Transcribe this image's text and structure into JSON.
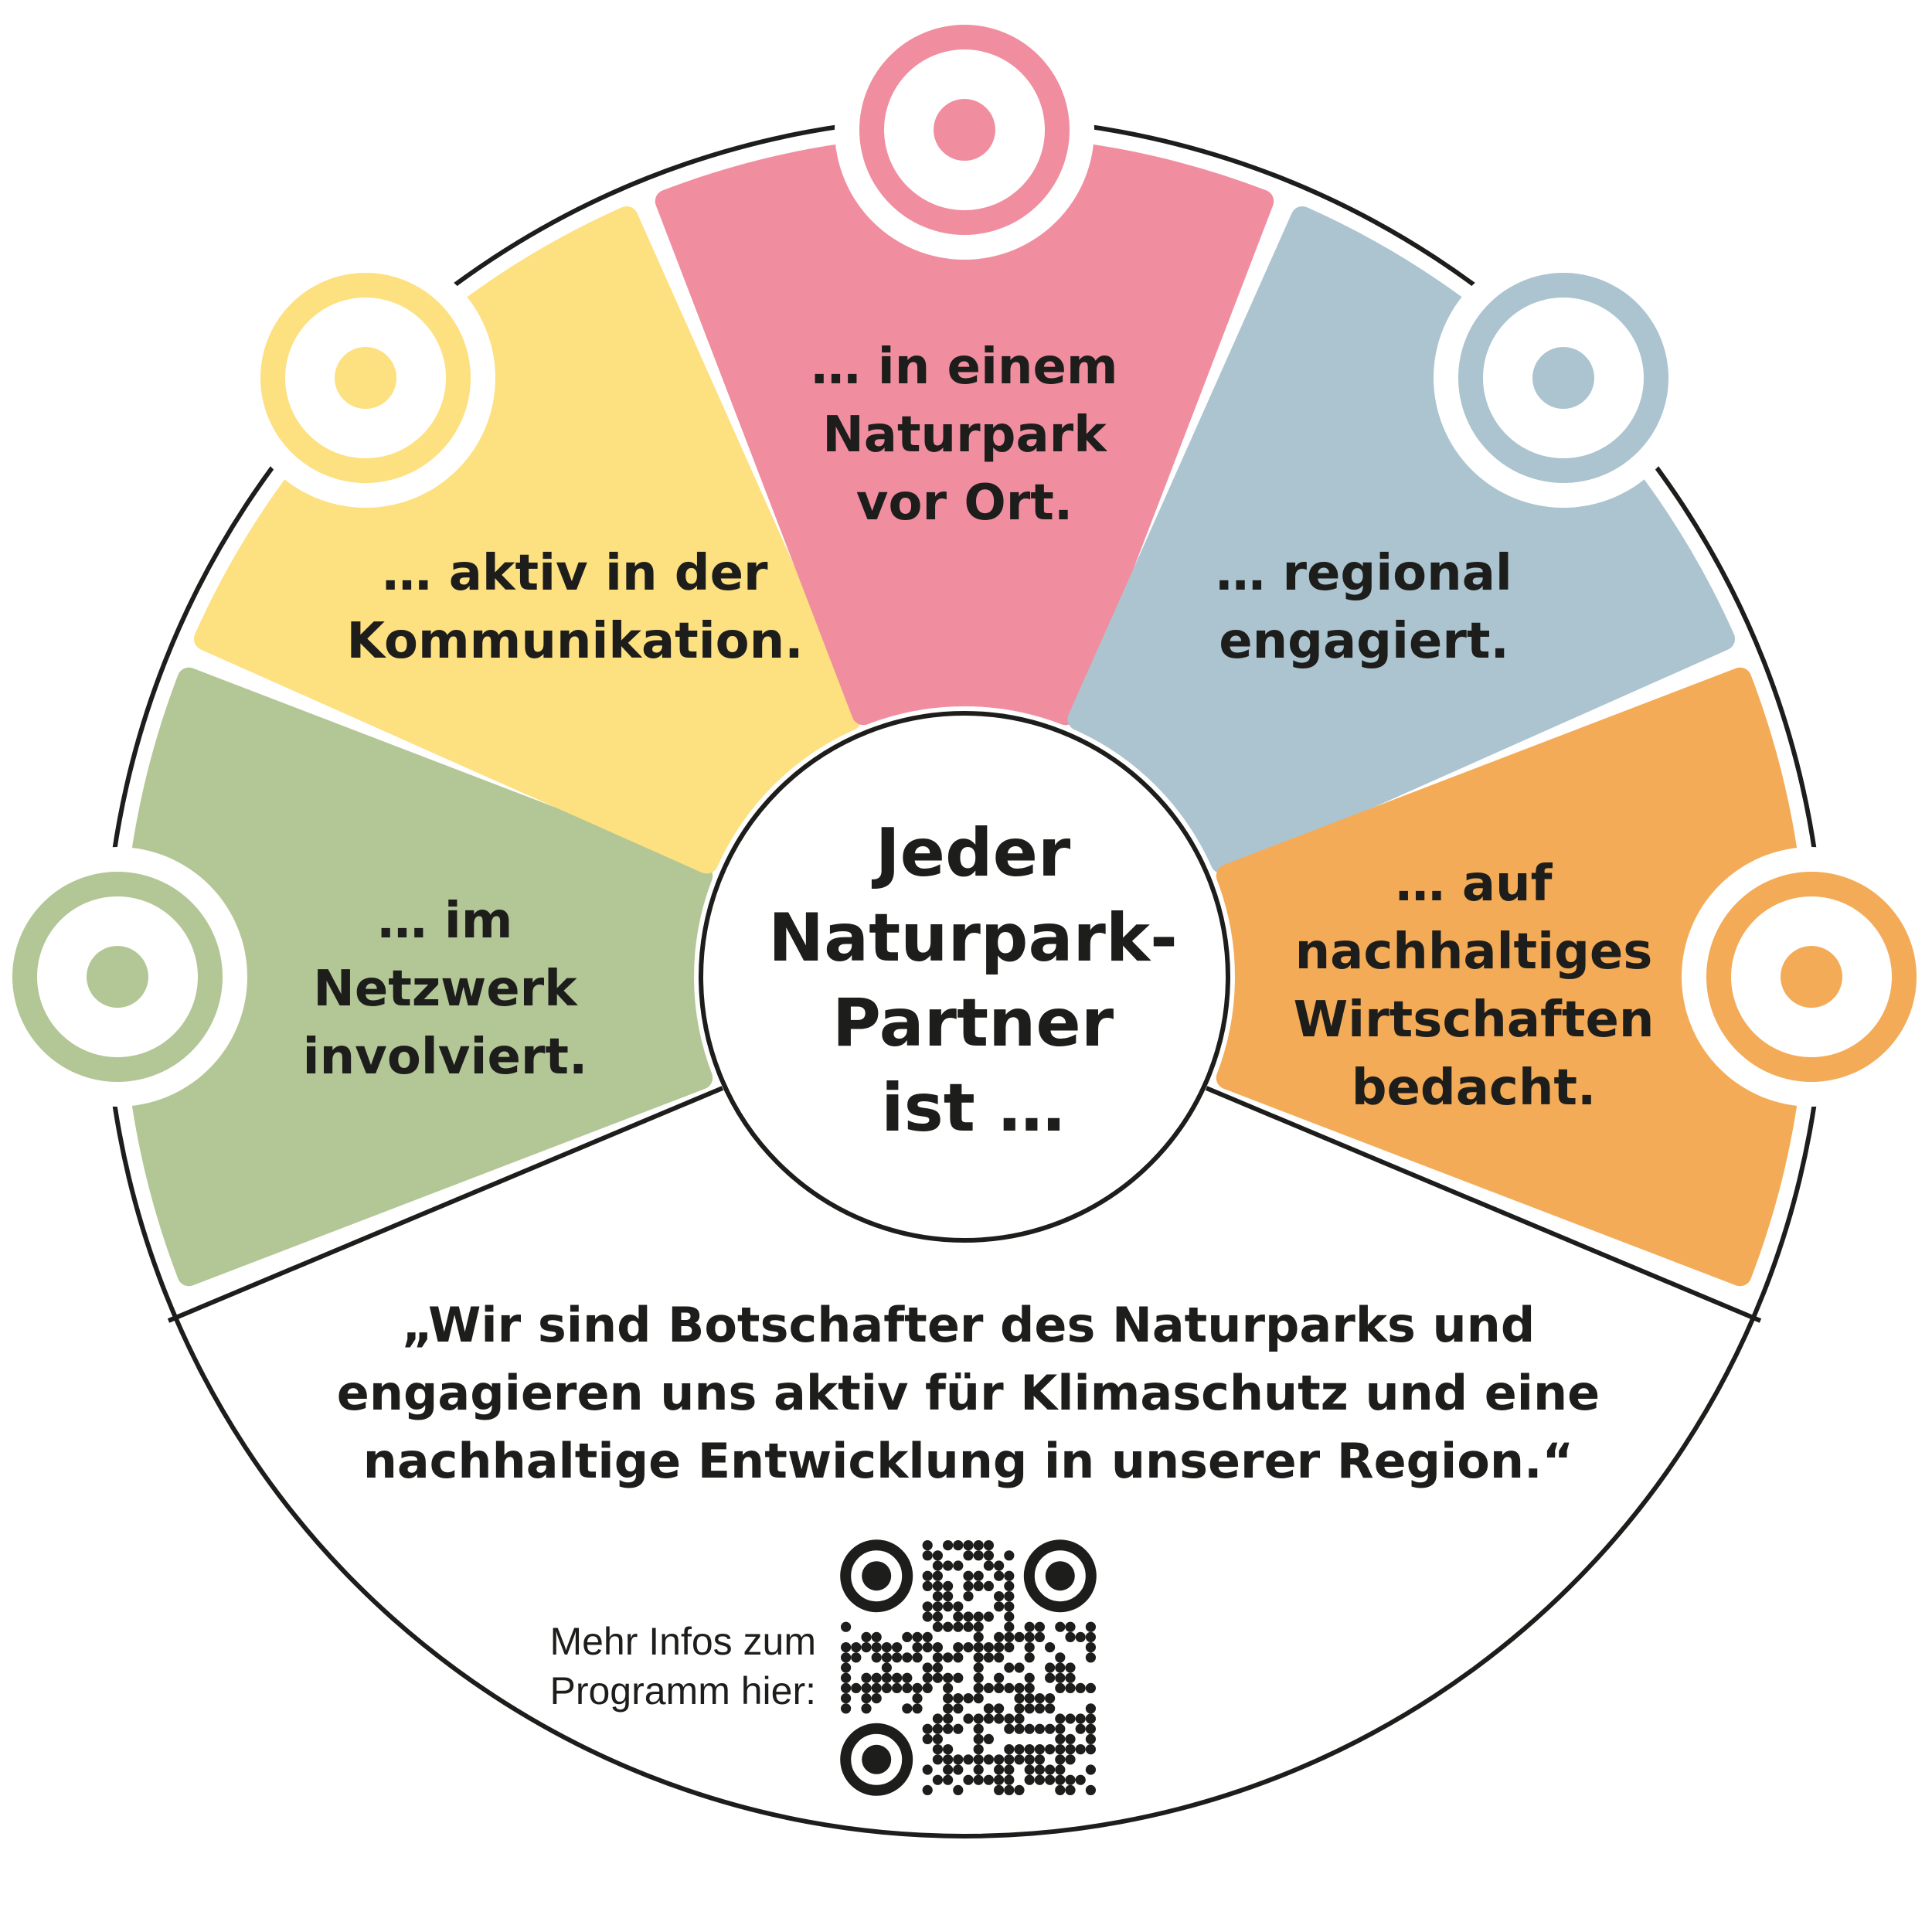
{
  "colors": {
    "pink": "#f08ea0",
    "yellow": "#fde07f",
    "blue": "#abc4cf",
    "green": "#b3c796",
    "orange": "#f4ab57",
    "line": "#1d1d1b"
  },
  "center": {
    "lines": [
      "Jeder",
      "Naturpark-",
      "Partner",
      "ist …"
    ]
  },
  "segments": [
    {
      "id": "green",
      "lines": [
        "… im",
        "Netzwerk",
        "involviert."
      ]
    },
    {
      "id": "yellow",
      "lines": [
        "… aktiv in der",
        "Kommunikation."
      ]
    },
    {
      "id": "pink",
      "lines": [
        "… in einem",
        "Naturpark",
        "vor Ort."
      ]
    },
    {
      "id": "blue",
      "lines": [
        "… regional",
        "engagiert."
      ]
    },
    {
      "id": "orange",
      "lines": [
        "… auf",
        "nachhaltiges",
        "Wirtschaften",
        "bedacht."
      ]
    }
  ],
  "quote": {
    "lines": [
      "„Wir sind Botschafter des Naturparks und",
      "engagieren uns aktiv für Klimaschutz und eine",
      "nachhaltige Entwicklung in unserer Region.“"
    ]
  },
  "qr": {
    "label_lines": [
      "Mehr Infos zum",
      "Programm hier:"
    ],
    "icon": "qr-code-icon"
  }
}
